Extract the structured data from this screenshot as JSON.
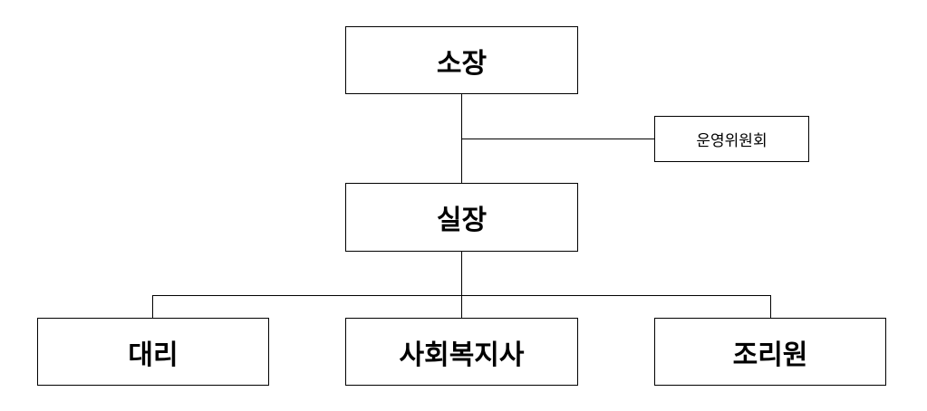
{
  "org_chart": {
    "top": "소장",
    "side": "운영위원회",
    "middle": "실장",
    "bottom": [
      "대리",
      "사회복지사",
      "조리원"
    ]
  },
  "colors": {
    "line": "#000000",
    "box_border": "#000000",
    "background": "#ffffff"
  }
}
